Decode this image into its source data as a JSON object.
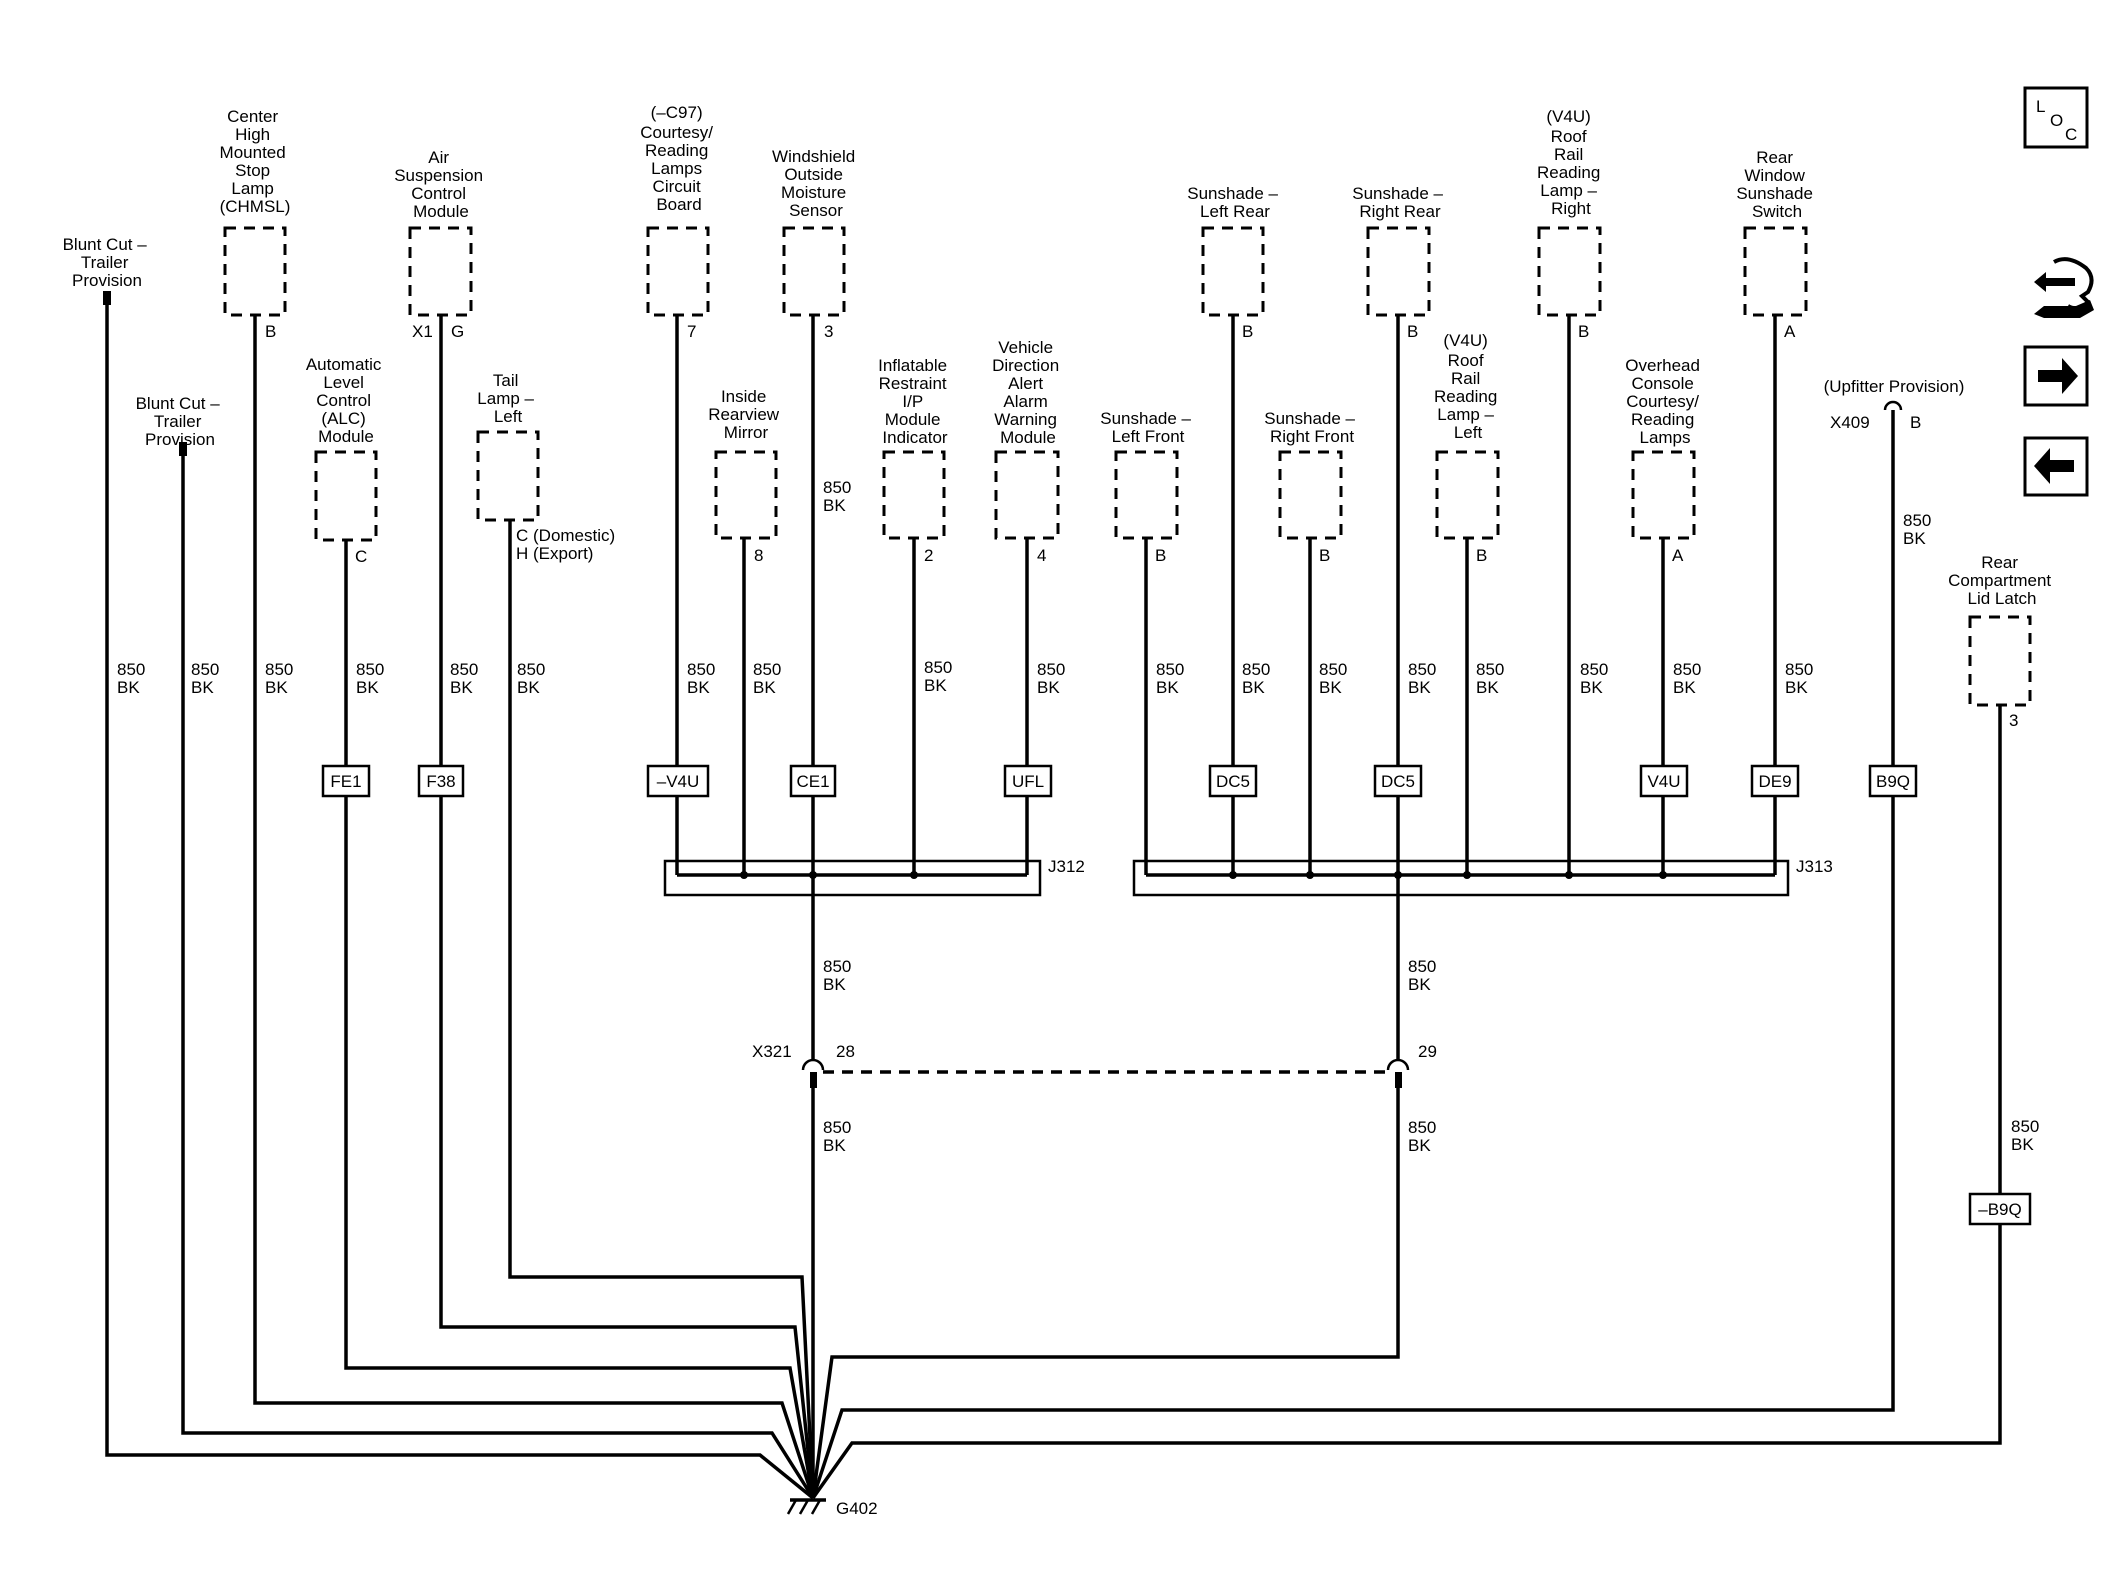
{
  "components": [
    {
      "id": "blunt1",
      "lines": [
        "Blunt Cut –",
        "Trailer",
        "Provision"
      ]
    },
    {
      "id": "chmsl",
      "lines": [
        "Center",
        "High",
        "Mounted",
        "Stop",
        "Lamp",
        "(CHMSL)"
      ],
      "pin": "B"
    },
    {
      "id": "blunt2",
      "lines": [
        "Blunt Cut –",
        "Trailer",
        "Provision"
      ]
    },
    {
      "id": "alc",
      "lines": [
        "Automatic",
        "Level",
        "Control",
        "(ALC)",
        "Module"
      ],
      "pin": "C"
    },
    {
      "id": "airsusp",
      "lines": [
        "Air",
        "Suspension",
        "Control",
        "Module"
      ],
      "pin": "G",
      "connector": "X1"
    },
    {
      "id": "taillamp",
      "lines": [
        "Tail",
        "Lamp –",
        "Left"
      ],
      "pin_lines": [
        "C (Domestic)",
        "H (Export)"
      ]
    },
    {
      "id": "courtesy",
      "lines": [
        "(–C97)",
        "Courtesy/",
        "Reading",
        "Lamps",
        "Circuit",
        "Board"
      ],
      "pin": "7"
    },
    {
      "id": "mirror",
      "lines": [
        "Inside",
        "Rearview",
        "Mirror"
      ],
      "pin": "8"
    },
    {
      "id": "moisture",
      "lines": [
        "Windshield",
        "Outside",
        "Moisture",
        "Sensor"
      ],
      "pin": "3"
    },
    {
      "id": "airbagind",
      "lines": [
        "Inflatable",
        "Restraint",
        "I/P",
        "Module",
        "Indicator"
      ],
      "pin": "2"
    },
    {
      "id": "vdaa",
      "lines": [
        "Vehicle",
        "Direction",
        "Alert",
        "Alarm",
        "Warning",
        "Module"
      ],
      "pin": "4"
    },
    {
      "id": "sslf",
      "lines": [
        "Sunshade –",
        "Left Front"
      ],
      "pin": "B"
    },
    {
      "id": "sslr",
      "lines": [
        "Sunshade –",
        "Left Rear"
      ],
      "pin": "B"
    },
    {
      "id": "ssrf",
      "lines": [
        "Sunshade –",
        "Right Front"
      ],
      "pin": "B"
    },
    {
      "id": "ssrr",
      "lines": [
        "Sunshade –",
        "Right Rear"
      ],
      "pin": "B"
    },
    {
      "id": "roofl",
      "lines": [
        "(V4U)",
        "Roof",
        "Rail",
        "Reading",
        "Lamp –",
        "Left"
      ],
      "pin": "B"
    },
    {
      "id": "roofr",
      "lines": [
        "(V4U)",
        "Roof",
        "Rail",
        "Reading",
        "Lamp –",
        "Right"
      ],
      "pin": "B"
    },
    {
      "id": "overhead",
      "lines": [
        "Overhead",
        "Console",
        "Courtesy/",
        "Reading",
        "Lamps"
      ],
      "pin": "A"
    },
    {
      "id": "rearss",
      "lines": [
        "Rear",
        "Window",
        "Sunshade",
        "Switch"
      ],
      "pin": "A"
    },
    {
      "id": "upfitter",
      "lines": [
        "(Upfitter Provision)"
      ],
      "connector": "X409",
      "pin": "B"
    },
    {
      "id": "reartrunk",
      "lines": [
        "Rear",
        "Compartment",
        "Lid Latch"
      ],
      "pin": "3"
    }
  ],
  "wire": {
    "circuit": "850",
    "color": "BK"
  },
  "options": [
    "FE1",
    "F38",
    "–V4U",
    "CE1",
    "UFL",
    "DC5",
    "DC5",
    "V4U",
    "DE9",
    "B9Q",
    "–B9Q"
  ],
  "splices": [
    "J312",
    "J313"
  ],
  "inline": {
    "connector": "X321",
    "pin_a": "28",
    "pin_b": "29"
  },
  "ground": "G402",
  "loc_icon": {
    "letters": [
      "L",
      "O",
      "C"
    ]
  },
  "nav": [
    "wrench-arrow",
    "forward-arrow",
    "back-arrow"
  ]
}
